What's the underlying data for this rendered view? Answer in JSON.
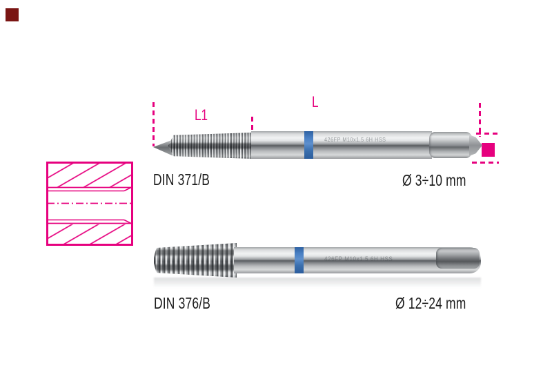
{
  "page": {
    "background": "#ffffff",
    "corner_marker_color": "#7a1513",
    "accent_magenta": "#e6007e",
    "blue_ring_color": "#3d74ba"
  },
  "dimension_labels": {
    "l1": "L1",
    "l": "L"
  },
  "cross_section": {
    "name": "threaded-hole-cross-section",
    "line_color": "#e6007e"
  },
  "rows": [
    {
      "standard": "DIN 371/B",
      "diameter_range": "Ø 3÷10 mm",
      "engraving": "426FP M10x1.5 6H HSS"
    },
    {
      "standard": "DIN 376/B",
      "diameter_range": "Ø 12÷24 mm",
      "engraving": "426FP M10x1.5 6H HSS"
    }
  ]
}
